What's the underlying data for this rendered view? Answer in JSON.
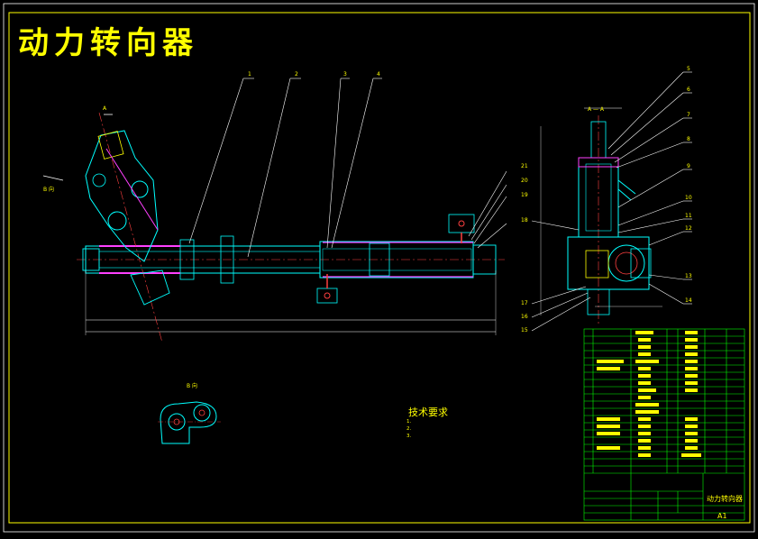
{
  "drawing": {
    "title": "动力转向器",
    "view_b_label": "B 向",
    "view_b_side": "B 向",
    "section_label": "A — A",
    "section_a_mark": "A",
    "part_numbers": [
      "1",
      "2",
      "3",
      "4",
      "5",
      "6",
      "7",
      "8",
      "9",
      "10",
      "11",
      "12",
      "13",
      "14",
      "15",
      "16",
      "17",
      "18",
      "19",
      "20",
      "21"
    ],
    "technical_requirements": {
      "heading": "技术要求",
      "items": [
        "1.",
        "2.",
        "3."
      ]
    },
    "title_block": {
      "name": "动力转向器",
      "sheet_size": "A1"
    }
  },
  "colors": {
    "background": "#000000",
    "frame": "#ffff00",
    "outline": "#00ffff",
    "detail": "#ff4040",
    "hatch": "#ff40ff",
    "dimension": "#ffffff",
    "leader": "#ffffff",
    "table": "#00ff00"
  }
}
